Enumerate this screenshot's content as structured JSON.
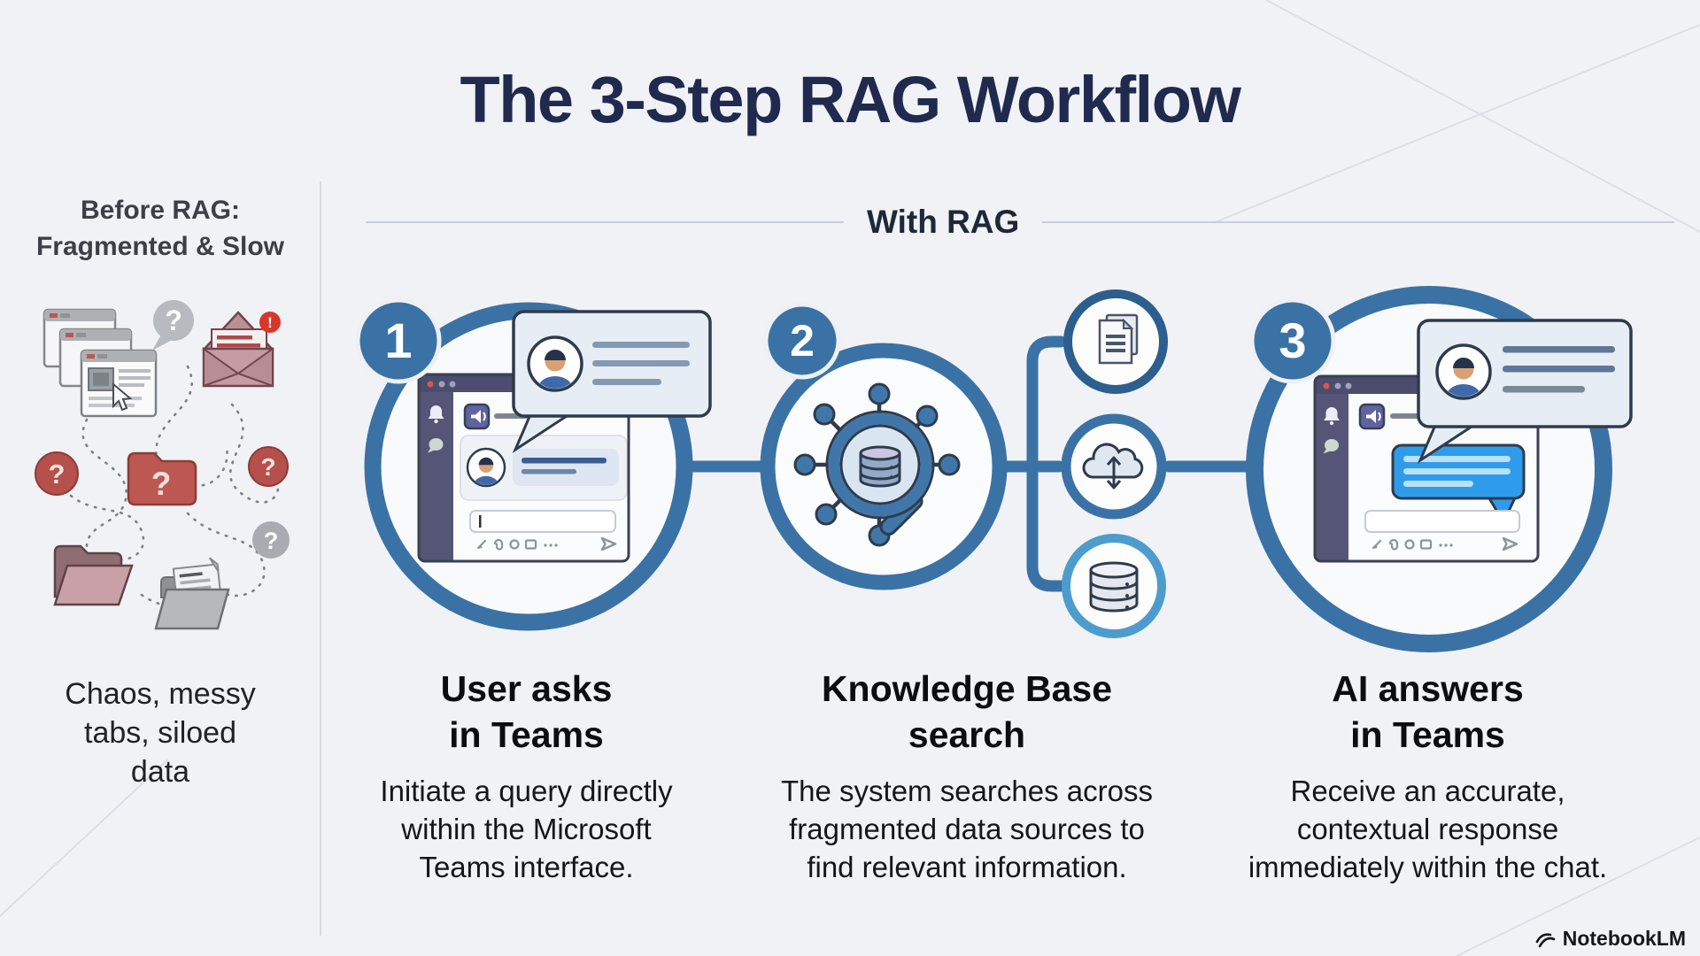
{
  "title": "The 3-Step RAG Workflow",
  "before": {
    "heading_lines": [
      "Before RAG:",
      "Fragmented & Slow"
    ],
    "caption_lines": [
      "Chaos, messy",
      "tabs, siloed",
      "data"
    ],
    "question_mark": "?",
    "alert_mark": "!"
  },
  "with_rag": {
    "label": "With RAG"
  },
  "steps": [
    {
      "number": "1",
      "heading_lines": [
        "User asks",
        "in Teams"
      ],
      "description_lines": [
        "Initiate a query directly",
        "within the Microsoft",
        "Teams interface."
      ]
    },
    {
      "number": "2",
      "heading_lines": [
        "Knowledge Base",
        "search"
      ],
      "description_lines": [
        "The system searches across",
        "fragmented data sources to",
        "find relevant information."
      ]
    },
    {
      "number": "3",
      "heading_lines": [
        "AI answers",
        "in Teams"
      ],
      "description_lines": [
        "Receive an accurate,",
        "contextual response",
        "immediately within the chat."
      ]
    }
  ],
  "footer": {
    "brand": "NotebookLM"
  },
  "icons": [
    "browser-windows-icon",
    "question-bubble-icon",
    "email-alert-icon",
    "folder-question-icon",
    "open-folder-icon",
    "documents-folder-icon",
    "teams-window-icon",
    "bell-icon",
    "chat-icon",
    "speaker-app-icon",
    "avatar-icon",
    "speech-bubble-icon",
    "send-arrow-icon",
    "magnifier-database-icon",
    "network-nodes-icon",
    "document-pages-icon",
    "cloud-sync-icon",
    "database-cylinder-icon",
    "notebooklm-wave-icon"
  ],
  "colors": {
    "background": "#f1f2f5",
    "title_navy": "#202a4e",
    "accent_blue": "#3b72a6",
    "accent_blue_dark": "#2c5f8e",
    "accent_blue_light": "#4e9ccd",
    "chaos_red": "#b5504a",
    "teams_purple": "#555677",
    "app_icon_purple": "#6163a0",
    "ai_bubble_blue": "#2e9ceb"
  }
}
